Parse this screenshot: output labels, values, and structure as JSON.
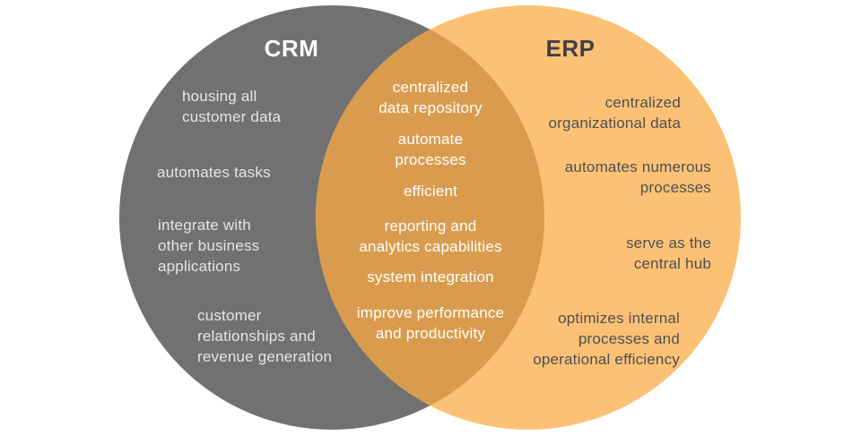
{
  "diagram": {
    "type": "venn",
    "left": {
      "title": "CRM",
      "items": [
        "housing all\ncustomer data",
        "automates tasks",
        "integrate with\nother business\napplications",
        "customer\nrelationships and\nrevenue generation"
      ]
    },
    "overlap": {
      "items": [
        "centralized\ndata repository",
        "automate\nprocesses",
        "efficient",
        "reporting and\nanalytics capabilities",
        "system integration",
        "improve performance\nand productivity"
      ]
    },
    "right": {
      "title": "ERP",
      "items": [
        "centralized\norganizational data",
        "automates numerous\nprocesses",
        "serve as the\ncentral hub",
        "optimizes internal\nprocesses and\noperational efficiency"
      ]
    },
    "colors": {
      "left_circle": "#717171",
      "right_circle": "#fcc175",
      "overlap": "#d99c4e",
      "left_text": "#e4e4e4",
      "overlap_text": "#ffffff",
      "right_text": "#4f5053",
      "left_title": "#ffffff",
      "right_title": "#3f4144",
      "background": "#ffffff"
    }
  }
}
